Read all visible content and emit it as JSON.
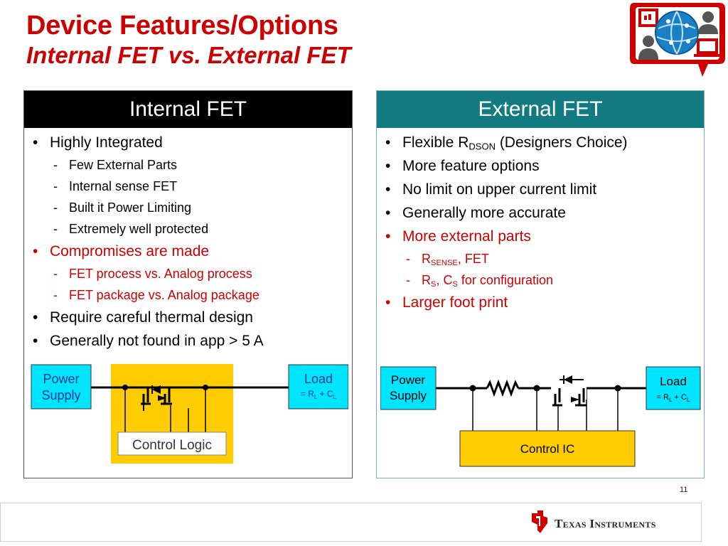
{
  "title": "Device Features/Options",
  "subtitle": "Internal FET vs. External FET",
  "left": {
    "header": "Internal FET",
    "items": [
      {
        "level": 1,
        "text": "Highly Integrated",
        "red": false
      },
      {
        "level": 2,
        "text": "Few External Parts",
        "red": false
      },
      {
        "level": 2,
        "text": "Internal sense FET",
        "red": false
      },
      {
        "level": 2,
        "text": "Built it Power Limiting",
        "red": false
      },
      {
        "level": 2,
        "text": "Extremely well protected",
        "red": false
      },
      {
        "level": 1,
        "text": "Compromises are made",
        "red": true
      },
      {
        "level": 2,
        "text": "FET process vs. Analog process",
        "red": true
      },
      {
        "level": 2,
        "text": "FET package vs. Analog package",
        "red": true
      },
      {
        "level": 1,
        "text": "Require careful thermal design",
        "red": false
      },
      {
        "level": 1,
        "text": "Generally not found in app > 5 A",
        "red": false
      }
    ],
    "diagram": {
      "power_supply": [
        "Power",
        "Supply"
      ],
      "load": "Load",
      "load_formula": {
        "pre": "= R",
        "sub1": "L",
        "mid": " + C",
        "sub2": "L"
      },
      "control": "Control Logic"
    }
  },
  "right": {
    "header": "External FET",
    "items": [
      {
        "level": 1,
        "red": false,
        "parts": [
          {
            "t": "Flexible  R"
          },
          {
            "sub": "DSON"
          },
          {
            "t": " (Designers Choice)"
          }
        ]
      },
      {
        "level": 1,
        "red": false,
        "parts": [
          {
            "t": "More feature options"
          }
        ]
      },
      {
        "level": 1,
        "red": false,
        "parts": [
          {
            "t": "No limit on upper current limit"
          }
        ]
      },
      {
        "level": 1,
        "red": false,
        "parts": [
          {
            "t": "Generally more accurate"
          }
        ]
      },
      {
        "level": 1,
        "red": true,
        "parts": [
          {
            "t": "More external parts"
          }
        ]
      },
      {
        "level": 2,
        "red": true,
        "parts": [
          {
            "t": "R"
          },
          {
            "sub": "SENSE"
          },
          {
            "t": ", FET"
          }
        ]
      },
      {
        "level": 2,
        "red": true,
        "parts": [
          {
            "t": "R"
          },
          {
            "sub": "S"
          },
          {
            "t": ", C"
          },
          {
            "sub": "S"
          },
          {
            "t": " for configuration"
          }
        ]
      },
      {
        "level": 1,
        "red": true,
        "parts": [
          {
            "t": "Larger foot print"
          }
        ]
      }
    ],
    "diagram": {
      "power_supply": [
        "Power",
        "Supply"
      ],
      "load": "Load",
      "load_formula": {
        "pre": "= R",
        "sub1": "L",
        "mid": " + C",
        "sub2": "L"
      },
      "control": "Control IC"
    }
  },
  "page_number": "11",
  "brand": "Texas Instruments",
  "colors": {
    "title_red": "#cc0000",
    "left_header": "#000000",
    "right_header": "#137a82",
    "cyan_box": "#00e5ff",
    "yellow_box": "#ffcc00"
  }
}
